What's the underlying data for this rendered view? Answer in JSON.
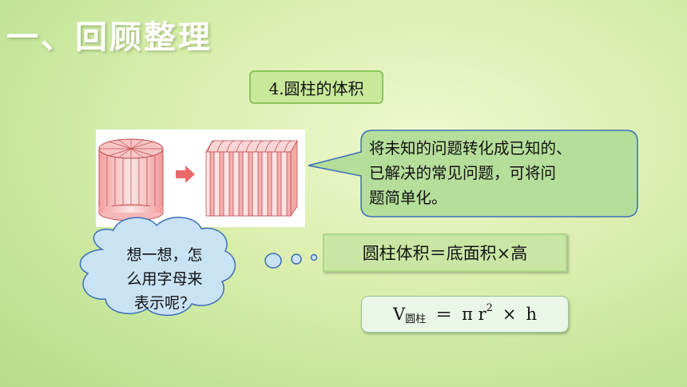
{
  "heading": "一、回顾整理",
  "topic": "4.圆柱的体积",
  "speech_bubble": {
    "lines": [
      "将未知的问题转化成已知的、",
      "已解决的常见问题，可将问",
      "题简单化。"
    ]
  },
  "thought_bubble": {
    "lines": [
      "想一想，怎",
      "么用字母来",
      "表示呢？"
    ]
  },
  "formula_words": "圆柱体积＝底面积×高",
  "formula_symbols": {
    "v": "V",
    "v_sub": "圆柱",
    "equals": "＝",
    "pi_r": "π r",
    "exp": "2",
    "times": "×",
    "h": "h"
  },
  "colors": {
    "cylinder_stripe": "#f08a8a",
    "cylinder_light": "#fbdada",
    "arrow": "#e86a6a",
    "bubble_fill": "#b5de9a",
    "bubble_stroke": "#3d6fb8"
  }
}
